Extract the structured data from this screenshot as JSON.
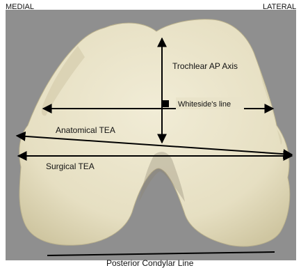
{
  "orientation": {
    "left": "MEDIAL",
    "right": "LATERAL"
  },
  "axes": {
    "trochlear_ap": "Trochlear AP Axis",
    "whitesides": "Whiteside's line",
    "anatomical_tea": "Anatomical TEA",
    "surgical_tea": "Surgical TEA",
    "posterior_condylar": "Posterior Condylar Line"
  },
  "colors": {
    "background": "#8f8f8f",
    "bone": "#e9e3c9",
    "bone_shade": "#cfc7a5",
    "line": "#000000"
  }
}
